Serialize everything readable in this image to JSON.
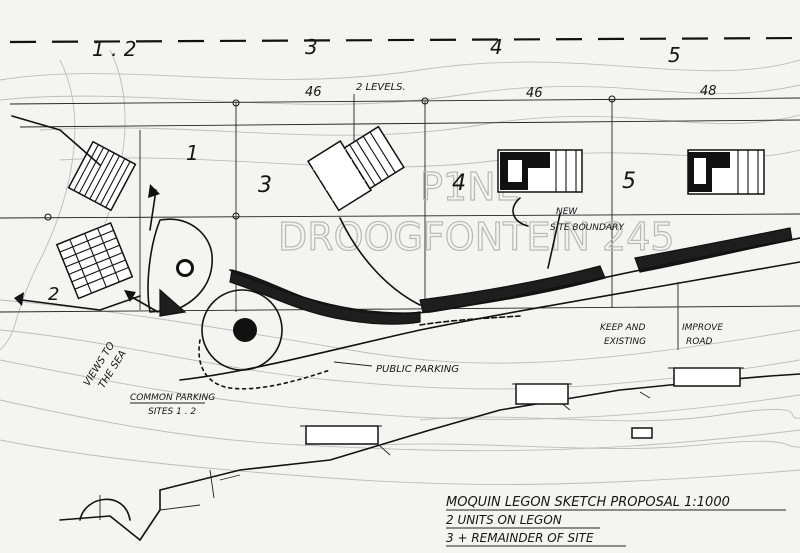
{
  "drawing": {
    "plot_numbers": [
      "1 . 2",
      "3",
      "4",
      "5"
    ],
    "plot_widths": [
      "46",
      "46",
      "48"
    ],
    "note_levels": "2 LEVELS.",
    "site_labels": [
      "1",
      "2",
      "3",
      "4",
      "5"
    ],
    "ghost_text_line1": "P1NE",
    "ghost_text_line2": "DROOGFONTEIN 245",
    "new_site_boundary_line1": "NEW",
    "new_site_boundary_line2": "SITE BOUNDARY",
    "keep_existing_line1": "KEEP AND",
    "keep_existing_line2": "EXISTING",
    "improve_road_line1": "IMPROVE",
    "improve_road_line2": "ROAD",
    "public_parking": "PUBLIC PARKING",
    "views_line1": "VIEWS TO",
    "views_line2": "THE SEA",
    "common_parking_line1": "COMMON PARKING",
    "common_parking_line2": "SITES 1 . 2",
    "title_line1": "MOQUIN LEGON   SKETCH PROPOSAL  1:1000",
    "title_line2": "2 UNITS ON LEGON",
    "title_line3": "3 + REMAINDER OF SITE"
  }
}
